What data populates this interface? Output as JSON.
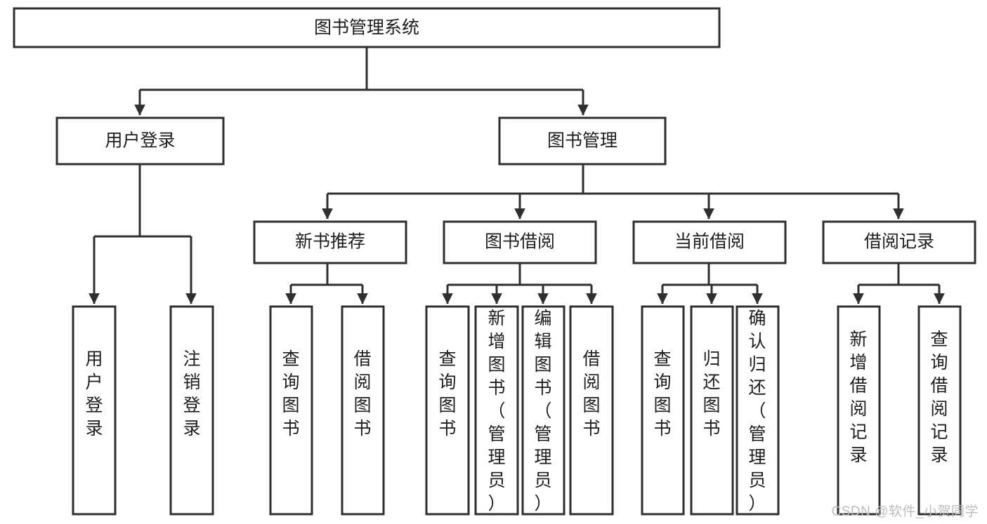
{
  "diagram": {
    "type": "tree-hierarchy",
    "title": "图书管理系统",
    "watermark": "CSDN @软件_小贺同学",
    "colors": {
      "stroke": "#2f2f2f",
      "fill": "#ffffff",
      "text": "#1d1d1d",
      "watermark": "#bdbdbd"
    },
    "levels": [
      {
        "level": 1,
        "nodes": [
          {
            "id": "root",
            "label": "图书管理系统",
            "orientation": "horizontal"
          }
        ]
      },
      {
        "level": 2,
        "nodes": [
          {
            "id": "user-login",
            "label": "用户登录",
            "orientation": "horizontal",
            "parent": "root"
          },
          {
            "id": "book-manage",
            "label": "图书管理",
            "orientation": "horizontal",
            "parent": "root"
          }
        ]
      },
      {
        "level": 3,
        "nodes": [
          {
            "id": "new-book-recommend",
            "label": "新书推荐",
            "orientation": "horizontal",
            "parent": "book-manage"
          },
          {
            "id": "book-borrow",
            "label": "图书借阅",
            "orientation": "horizontal",
            "parent": "book-manage"
          },
          {
            "id": "current-borrow",
            "label": "当前借阅",
            "orientation": "horizontal",
            "parent": "book-manage"
          },
          {
            "id": "borrow-record",
            "label": "借阅记录",
            "orientation": "horizontal",
            "parent": "book-manage"
          }
        ]
      },
      {
        "level": 4,
        "nodes": [
          {
            "id": "leaf-user-login",
            "label": "用户登录",
            "orientation": "vertical",
            "parent": "user-login"
          },
          {
            "id": "leaf-user-logout",
            "label": "注销登录",
            "orientation": "vertical",
            "parent": "user-login"
          },
          {
            "id": "leaf-query-book-1",
            "label": "查询图书",
            "orientation": "vertical",
            "parent": "new-book-recommend"
          },
          {
            "id": "leaf-borrow-book-1",
            "label": "借阅图书",
            "orientation": "vertical",
            "parent": "new-book-recommend"
          },
          {
            "id": "leaf-query-book-2",
            "label": "查询图书",
            "orientation": "vertical",
            "parent": "book-borrow"
          },
          {
            "id": "leaf-add-book",
            "label": "新增图书（管理员）",
            "orientation": "vertical",
            "parent": "book-borrow"
          },
          {
            "id": "leaf-edit-book",
            "label": "编辑图书（管理员）",
            "orientation": "vertical",
            "parent": "book-borrow"
          },
          {
            "id": "leaf-borrow-book-2",
            "label": "借阅图书",
            "orientation": "vertical",
            "parent": "book-borrow"
          },
          {
            "id": "leaf-query-book-3",
            "label": "查询图书",
            "orientation": "vertical",
            "parent": "current-borrow"
          },
          {
            "id": "leaf-return-book",
            "label": "归还图书",
            "orientation": "vertical",
            "parent": "current-borrow"
          },
          {
            "id": "leaf-confirm-return",
            "label": "确认归还（管理员）",
            "orientation": "vertical",
            "parent": "current-borrow"
          },
          {
            "id": "leaf-add-record",
            "label": "新增借阅记录",
            "orientation": "vertical",
            "parent": "borrow-record"
          },
          {
            "id": "leaf-query-record",
            "label": "查询借阅记录",
            "orientation": "vertical",
            "parent": "borrow-record"
          }
        ]
      }
    ]
  }
}
